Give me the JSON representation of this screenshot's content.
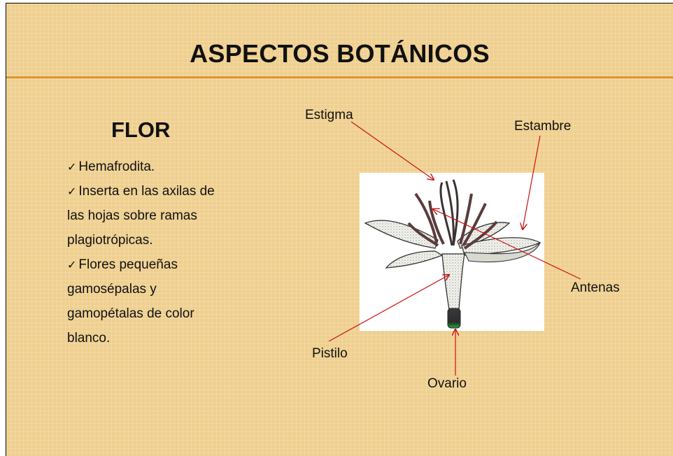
{
  "slide": {
    "title": "ASPECTOS BOTÁNICOS",
    "subtitle": "FLOR",
    "bullets": [
      {
        "check": "✓",
        "text": "Hemafrodita."
      },
      {
        "check": "✓",
        "text": "Inserta en las axilas de"
      },
      {
        "check": "",
        "text": "las hojas sobre ramas"
      },
      {
        "check": "",
        "text": "plagiotrópicas."
      },
      {
        "check": "✓",
        "text": "Flores pequeñas"
      },
      {
        "check": "",
        "text": "gamosépalas y"
      },
      {
        "check": "",
        "text": "gamopétalas de color"
      },
      {
        "check": "",
        "text": "blanco."
      }
    ]
  },
  "diagram": {
    "labels": {
      "estigma": "Estigma",
      "estambre": "Estambre",
      "antenas": "Antenas",
      "pistilo": "Pistilo",
      "ovario": "Ovario"
    },
    "arrow_color": "#cc1111",
    "background_color": "#efcf8f",
    "rule_color": "#e3a03a"
  }
}
